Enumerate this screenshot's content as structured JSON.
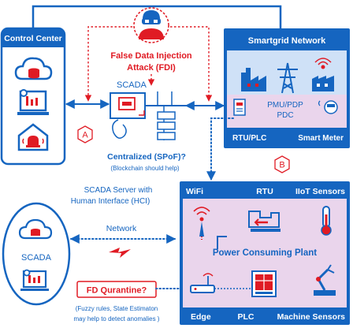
{
  "control_center": {
    "title": "Control Center"
  },
  "smartgrid": {
    "title": "Smartgrid Network",
    "pmu_line1": "PMU/PDP",
    "pmu_line2": "PDC",
    "rtu_plc": "RTU/PLC",
    "smart_meter": "Smart Meter"
  },
  "attack": {
    "line1": "False Data Injection",
    "line2": "Attack (FDI)"
  },
  "scada": {
    "label": "SCADA",
    "centralized": "Centralized (SPoF)?",
    "blockchain_note": "(Blockchain should help)",
    "server_line1": "SCADA Server with",
    "server_line2": "Human Interface (HCI)",
    "bottom_label": "SCADA"
  },
  "markers": {
    "a": "A",
    "b": "B"
  },
  "network": {
    "label": "Network"
  },
  "plant": {
    "wifi": "WiFi",
    "rtu": "RTU",
    "iiot": "IIoT Sensors",
    "center": "Power Consuming Plant",
    "edge": "Edge",
    "plc": "PLC",
    "machine": "Machine Sensors"
  },
  "quarantine": {
    "label": "FD Qurantine?",
    "note1": "(Fuzzy rules, State Estimaton",
    "note2": "may help to detect anomalies )"
  },
  "colors": {
    "blue": "#1565c0",
    "red": "#e01b24",
    "plant_bg": "#ead5ec",
    "light_blue": "#cfe1f7"
  }
}
